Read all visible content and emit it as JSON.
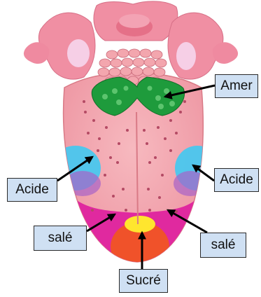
{
  "labels": {
    "amer": "Amer",
    "acide_left": "Acide",
    "acide_right": "Acide",
    "sale_left": "salé",
    "sale_right": "salé",
    "sucre": "Sucré"
  },
  "colors": {
    "tongue": "#f4a3ac",
    "tongue_light": "#f7b9bf",
    "tongue_dark": "#d97a86",
    "pharynx": "#f08fa3",
    "amer_zone": "#1e9b3c",
    "acide_zone": "#49c7ee",
    "sale_zone": "#e0299f",
    "sucre_zone_outer": "#f0522a",
    "sucre_zone_inner": "#ffe62e",
    "label_fill": "#cfe0f3",
    "arrow": "#000000"
  }
}
